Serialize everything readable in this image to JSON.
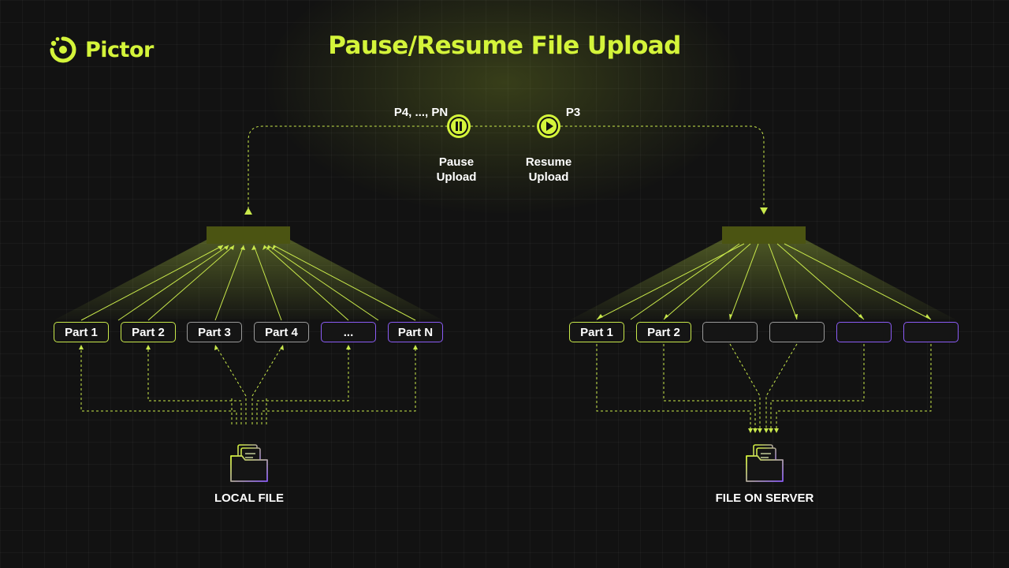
{
  "brand": {
    "name": "Pictor"
  },
  "title": "Pause/Resume File Upload",
  "controls": {
    "pause": {
      "caption_line1": "Pause",
      "caption_line2": "Upload",
      "tag": "P4, ..., PN"
    },
    "resume": {
      "caption_line1": "Resume",
      "caption_line2": "Upload",
      "tag": "P3"
    }
  },
  "local": {
    "caption": "LOCAL FILE",
    "parts": [
      "Part 1",
      "Part 2",
      "Part 3",
      "Part 4",
      "...",
      "Part N"
    ]
  },
  "server": {
    "caption": "FILE ON SERVER",
    "parts": [
      "Part 1",
      "Part 2",
      "",
      "",
      "",
      ""
    ]
  },
  "colors": {
    "accent": "#d4f43a",
    "purple": "#8b5cf6",
    "grey": "#9a9a9a",
    "background": "#121212"
  },
  "icons": [
    "pictor-logo-icon",
    "pause-icon",
    "play-icon",
    "folder-icon"
  ]
}
